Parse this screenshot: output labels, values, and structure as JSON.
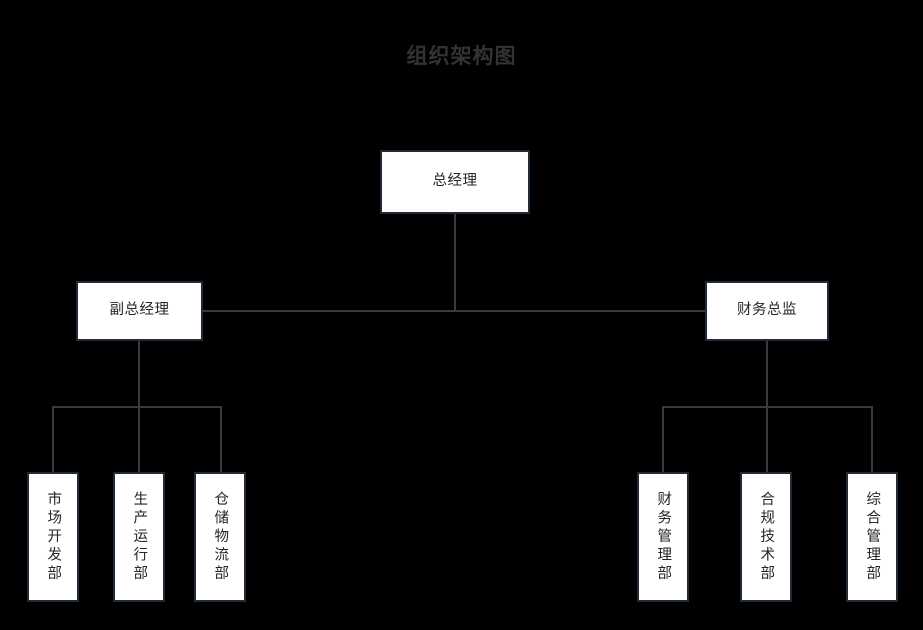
{
  "title": "组织架构图",
  "colors": {
    "background": "#000000",
    "title_text": "#333333",
    "node_fill": "#ffffff",
    "node_border": "#1f2b38",
    "node_text": "#262626",
    "connector": "#3a3a3a"
  },
  "chart_data": {
    "type": "diagram",
    "diagram_type": "org-chart",
    "title": "组织架构图",
    "orientation": "top-down",
    "levels": 3,
    "nodes": [
      {
        "id": "gm",
        "label": "总经理",
        "level": 1,
        "parent": null,
        "text_orientation": "horizontal"
      },
      {
        "id": "dgm",
        "label": "副总经理",
        "level": 2,
        "parent": "gm",
        "text_orientation": "horizontal"
      },
      {
        "id": "cfo",
        "label": "财务总监",
        "level": 2,
        "parent": "gm",
        "text_orientation": "horizontal"
      },
      {
        "id": "market",
        "label": "市场开发部",
        "level": 3,
        "parent": "dgm",
        "text_orientation": "vertical"
      },
      {
        "id": "prod",
        "label": "生产运行部",
        "level": 3,
        "parent": "dgm",
        "text_orientation": "vertical"
      },
      {
        "id": "logistics",
        "label": "仓储物流部",
        "level": 3,
        "parent": "dgm",
        "text_orientation": "vertical"
      },
      {
        "id": "finance",
        "label": "财务管理部",
        "level": 3,
        "parent": "cfo",
        "text_orientation": "vertical"
      },
      {
        "id": "compliance",
        "label": "合规技术部",
        "level": 3,
        "parent": "cfo",
        "text_orientation": "vertical"
      },
      {
        "id": "admin",
        "label": "综合管理部",
        "level": 3,
        "parent": "cfo",
        "text_orientation": "vertical"
      }
    ],
    "edges": [
      {
        "from": "gm",
        "to": "dgm"
      },
      {
        "from": "gm",
        "to": "cfo"
      },
      {
        "from": "dgm",
        "to": "market"
      },
      {
        "from": "dgm",
        "to": "prod"
      },
      {
        "from": "dgm",
        "to": "logistics"
      },
      {
        "from": "cfo",
        "to": "finance"
      },
      {
        "from": "cfo",
        "to": "compliance"
      },
      {
        "from": "cfo",
        "to": "admin"
      }
    ]
  },
  "nodes": {
    "gm": {
      "label": "总经理"
    },
    "dgm": {
      "label": "副总经理"
    },
    "cfo": {
      "label": "财务总监"
    },
    "market": {
      "label": "市场开发部"
    },
    "prod": {
      "label": "生产运行部"
    },
    "logistics": {
      "label": "仓储物流部"
    },
    "finance": {
      "label": "财务管理部"
    },
    "compliance": {
      "label": "合规技术部"
    },
    "admin": {
      "label": "综合管理部"
    }
  }
}
